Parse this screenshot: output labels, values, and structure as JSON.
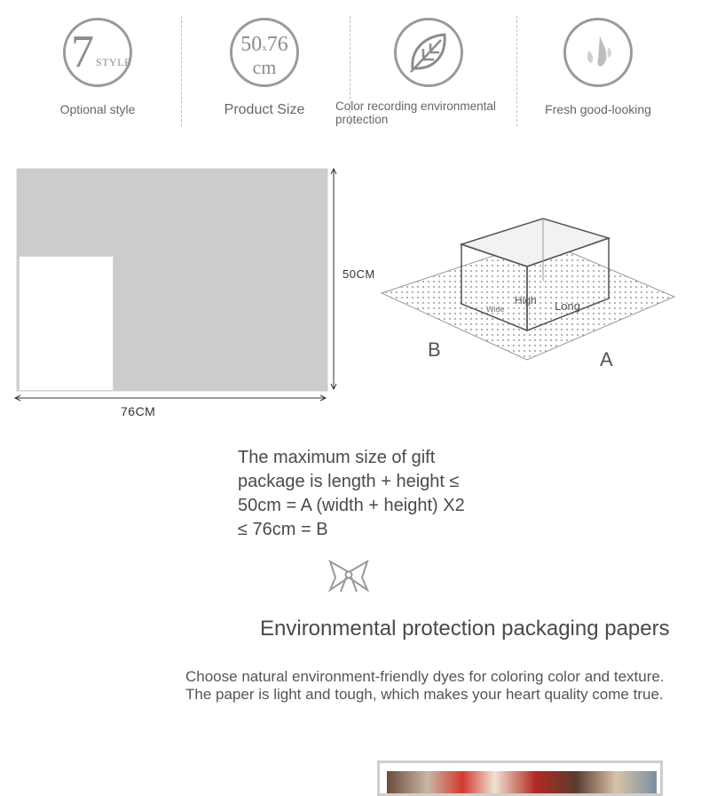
{
  "features": [
    {
      "label": "Optional style",
      "icon": "style-7-icon",
      "icon_main": "7",
      "icon_sub": "STYLE"
    },
    {
      "label": "Product Size",
      "icon": "size-icon",
      "icon_main": "50",
      "icon_x": "x",
      "icon_main2": "76",
      "icon_unit": "cm"
    },
    {
      "label": "Color recording environmental protection",
      "icon": "leaf-icon"
    },
    {
      "label": "Fresh good-looking",
      "icon": "droplet-icon"
    }
  ],
  "diagram": {
    "height_label": "50CM",
    "width_label": "76CM",
    "box_labels": {
      "wide": "Wide",
      "high": "High",
      "long": "Long",
      "b": "B",
      "a": "A"
    }
  },
  "main_text": "The maximum size of gift package is length + height ≤ 50cm = A (width + height) X2 ≤ 76cm = B",
  "sub_title": "Environmental protection packaging papers",
  "description": "Choose natural environment-friendly dyes for coloring color and texture. The paper is light and tough, which makes your heart quality come true.",
  "colors": {
    "icon_stroke": "#9a9a9a",
    "paper": "#cccccc",
    "text": "#4a4a4a"
  }
}
